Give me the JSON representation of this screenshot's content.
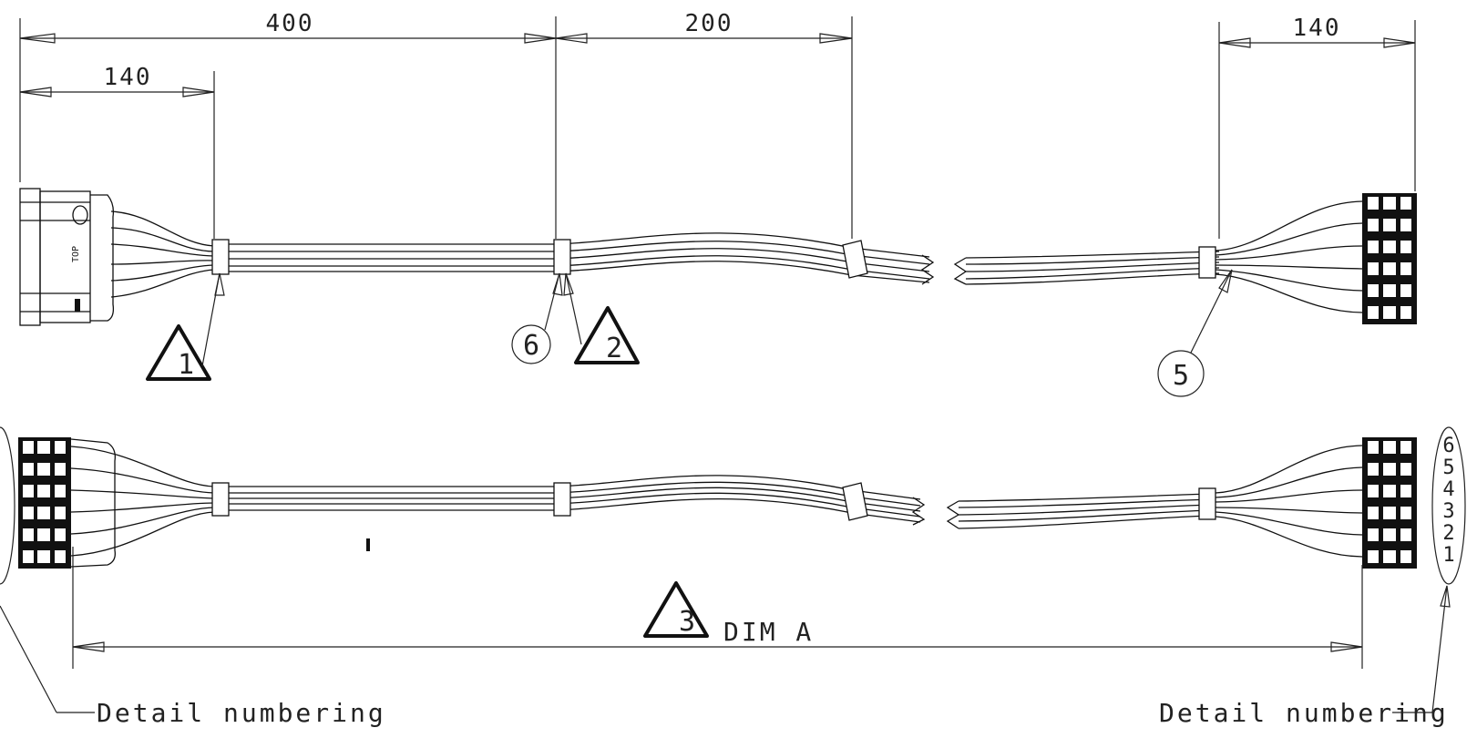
{
  "dimensions": {
    "top_overall": "400",
    "top_middle": "200",
    "top_left_breakout": "140",
    "top_right_breakout": "140",
    "bottom_overall": "DIM A"
  },
  "callouts": {
    "triangle_1": "1",
    "triangle_2": "2",
    "triangle_3": "3",
    "circle_5": "5",
    "circle_6": "6"
  },
  "connector_marks": {
    "top_label": "TOP"
  },
  "detail_numbering": {
    "left_label": "Detail numbering",
    "right_label": "Detail numbering",
    "pin_numbers": [
      "6",
      "5",
      "4",
      "3",
      "2",
      "1"
    ]
  },
  "colors": {
    "line": "#222222",
    "background": "#ffffff"
  }
}
